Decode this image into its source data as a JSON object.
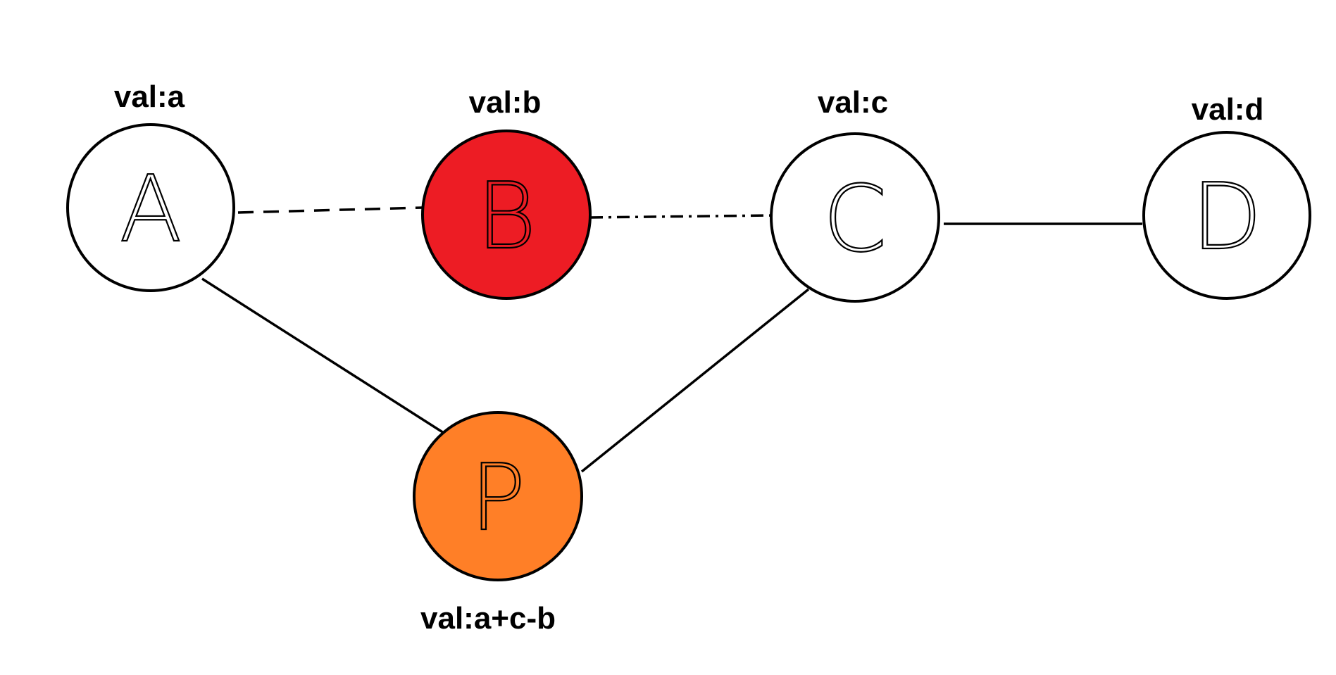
{
  "diagram": {
    "nodes": [
      {
        "id": "A",
        "letter": "A",
        "label": "val:a",
        "fill": "#ffffff"
      },
      {
        "id": "B",
        "letter": "B",
        "label": "val:b",
        "fill": "#ed1c24"
      },
      {
        "id": "C",
        "letter": "C",
        "label": "val:c",
        "fill": "#ffffff"
      },
      {
        "id": "D",
        "letter": "D",
        "label": "val:d",
        "fill": "#ffffff"
      },
      {
        "id": "P",
        "letter": "P",
        "label": "val:a+c-b",
        "fill": "#ff7f27"
      }
    ],
    "edges": [
      {
        "from": "A",
        "to": "B",
        "style": "dashed"
      },
      {
        "from": "B",
        "to": "C",
        "style": "dash-dot"
      },
      {
        "from": "C",
        "to": "D",
        "style": "solid"
      },
      {
        "from": "A",
        "to": "P",
        "style": "solid"
      },
      {
        "from": "C",
        "to": "P",
        "style": "solid"
      }
    ]
  }
}
